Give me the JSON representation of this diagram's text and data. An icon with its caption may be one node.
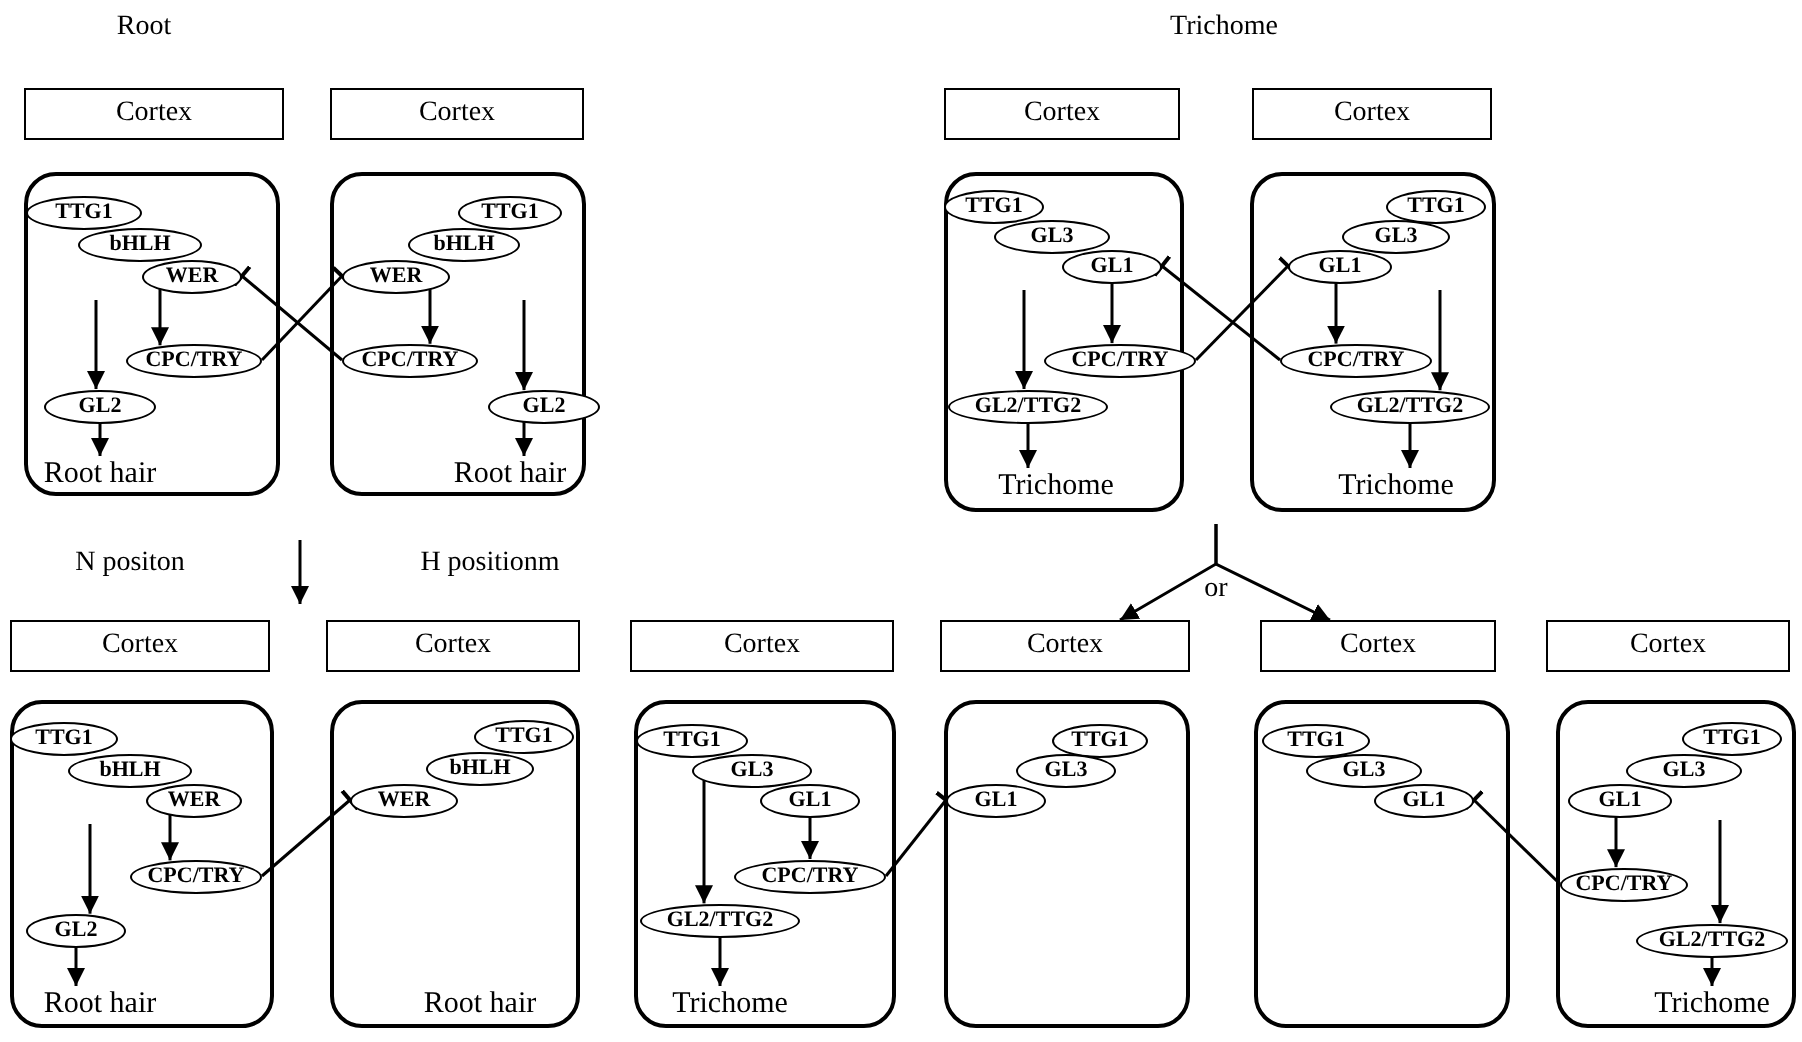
{
  "diagram": {
    "nodes": [
      {
        "text": [
          "Cortex"
        ]
      },
      {
        "text": [],
        "shape": "box"
      },
      {
        "text": [
          "TTG1"
        ],
        "in": 1
      },
      {
        "text": [
          "bHLH"
        ],
        "in": 1
      },
      {
        "text": [
          "WER"
        ],
        "in": 1
      },
      {
        "text": [
          "CPC/TRY"
        ],
        "in": 1
      },
      {
        "text": [
          "GL2"
        ],
        "in": 1
      },
      {
        "text": [
          "Root hair"
        ],
        "in": 1
      },
      {
        "text": [
          "Cortex"
        ]
      },
      {
        "text": [],
        "shape": "box"
      },
      {
        "text": [
          "TTG1"
        ],
        "in": 9
      },
      {
        "text": [
          "bHLH"
        ],
        "in": 9
      },
      {
        "text": [
          "WER"
        ],
        "in": 9
      },
      {
        "text": [
          "CPC/TRY"
        ],
        "in": 9
      },
      {
        "text": [
          "GL2"
        ],
        "in": 9
      },
      {
        "text": [
          "Root hair"
        ],
        "in": 9
      },
      {
        "text": [
          "Cortex"
        ]
      },
      {
        "text": [],
        "shape": "box"
      },
      {
        "text": [
          "TTG1"
        ],
        "in": 17
      },
      {
        "text": [
          "GL3"
        ],
        "in": 17
      },
      {
        "text": [
          "GL1"
        ],
        "in": 17
      },
      {
        "text": [
          "CPC/TRY"
        ],
        "in": 17
      },
      {
        "text": [
          "GL2/TTG2"
        ],
        "in": 17
      },
      {
        "text": [
          "Trichome"
        ],
        "in": 17
      },
      {
        "text": [
          "Cortex"
        ]
      },
      {
        "text": [],
        "shape": "box"
      },
      {
        "text": [
          "TTG1"
        ],
        "in": 25
      },
      {
        "text": [
          "GL3"
        ],
        "in": 25
      },
      {
        "text": [
          "GL1"
        ],
        "in": 25
      },
      {
        "text": [
          "CPC/TRY"
        ],
        "in": 25
      },
      {
        "text": [
          "GL2/TTG2"
        ],
        "in": 25
      },
      {
        "text": [
          "Trichome"
        ],
        "in": 25
      },
      {
        "text": [
          "Cortex"
        ]
      },
      {
        "text": [],
        "shape": "box"
      },
      {
        "text": [
          "TTG1"
        ],
        "in": 33
      },
      {
        "text": [
          "bHLH"
        ],
        "in": 33
      },
      {
        "text": [
          "WER"
        ],
        "in": 33
      },
      {
        "text": [
          "CPC/TRY"
        ],
        "in": 33
      },
      {
        "text": [
          "GL2"
        ],
        "in": 33
      },
      {
        "text": [
          "Root hair"
        ],
        "in": 33
      },
      {
        "text": [
          "Cortex"
        ]
      },
      {
        "text": [],
        "shape": "box"
      },
      {
        "text": [
          "TTG1"
        ],
        "in": 41
      },
      {
        "text": [
          "bHLH"
        ],
        "in": 41
      },
      {
        "text": [
          "WER"
        ],
        "in": 41
      },
      {
        "text": [
          "Root hair"
        ],
        "in": 41
      },
      {
        "text": [
          "Cortex"
        ]
      },
      {
        "text": [],
        "shape": "box"
      },
      {
        "text": [
          "TTG1"
        ],
        "in": 47
      },
      {
        "text": [
          "GL3"
        ],
        "in": 47
      },
      {
        "text": [
          "GL1"
        ],
        "in": 47
      },
      {
        "text": [
          "CPC/TRY"
        ],
        "in": 47
      },
      {
        "text": [
          "GL2/TTG2"
        ],
        "in": 47
      },
      {
        "text": [
          "Trichome"
        ],
        "in": 47
      },
      {
        "text": [
          "Cortex"
        ]
      },
      {
        "text": [],
        "shape": "box"
      },
      {
        "text": [
          "TTG1"
        ],
        "in": 55
      },
      {
        "text": [
          "GL3"
        ],
        "in": 55
      },
      {
        "text": [
          "GL1"
        ],
        "in": 55
      },
      {
        "text": [
          "Cortex"
        ]
      },
      {
        "text": [],
        "shape": "box"
      },
      {
        "text": [
          "TTG1"
        ],
        "in": 60
      },
      {
        "text": [
          "GL3"
        ],
        "in": 60
      },
      {
        "text": [
          "GL1"
        ],
        "in": 60
      },
      {
        "text": [
          "Cortex"
        ]
      },
      {
        "text": [],
        "shape": "box"
      },
      {
        "text": [
          "TTG1"
        ],
        "in": 65
      },
      {
        "text": [
          "GL3"
        ],
        "in": 65
      },
      {
        "text": [
          "GL1"
        ],
        "in": 65
      },
      {
        "text": [
          "CPC/TRY"
        ],
        "in": 65
      },
      {
        "text": [
          "GL2/TTG2"
        ],
        "in": 65
      },
      {
        "text": [
          "Trichome"
        ],
        "in": 65
      }
    ],
    "edges": [
      {
        "from": 4,
        "to": 5,
        "arrow": "to"
      },
      {
        "from": null,
        "to": 6,
        "arrow": "to"
      },
      {
        "from": 6,
        "to": 7,
        "arrow": "to"
      },
      {
        "from": 12,
        "to": 13,
        "arrow": "to"
      },
      {
        "from": null,
        "to": 14,
        "arrow": "to"
      },
      {
        "from": 14,
        "to": 15,
        "arrow": "to"
      },
      {
        "from": 5,
        "to": 12,
        "arrow": "other"
      },
      {
        "from": 13,
        "to": 4,
        "arrow": "other"
      },
      {
        "from": 20,
        "to": 21,
        "arrow": "to"
      },
      {
        "from": null,
        "to": 22,
        "arrow": "to"
      },
      {
        "from": 22,
        "to": 23,
        "arrow": "to"
      },
      {
        "from": 28,
        "to": 29,
        "arrow": "to"
      },
      {
        "from": null,
        "to": 30,
        "arrow": "to"
      },
      {
        "from": 21,
        "to": 28,
        "arrow": "other"
      },
      {
        "from": 29,
        "to": 20,
        "arrow": "other"
      },
      {
        "from": 36,
        "to": 37,
        "arrow": "to"
      },
      {
        "from": null,
        "to": 38,
        "arrow": "to"
      },
      {
        "from": 38,
        "to": 39,
        "arrow": "to"
      },
      {
        "from": 37,
        "to": 44,
        "arrow": "other"
      },
      {
        "from": 50,
        "to": 51,
        "arrow": "to"
      },
      {
        "from": 49,
        "to": 52,
        "arrow": "to"
      },
      {
        "from": 52,
        "to": 53,
        "arrow": "to"
      },
      {
        "from": 51,
        "to": 58,
        "arrow": "other"
      },
      {
        "from": 68,
        "to": 69,
        "arrow": "to"
      },
      {
        "from": null,
        "to": 70,
        "arrow": "to"
      },
      {
        "from": 70,
        "to": 71,
        "arrow": "to"
      },
      {
        "from": 69,
        "to": 63,
        "arrow": "other"
      },
      {
        "from": null,
        "to": 54,
        "arrow": "to"
      },
      {
        "from": null,
        "to": 59,
        "arrow": "to"
      },
      {
        "from": 30,
        "to": 31,
        "arrow": "to"
      }
    ],
    "labels": [
      "Root",
      "Trichome",
      "N positon",
      "H positionm",
      "or"
    ]
  }
}
